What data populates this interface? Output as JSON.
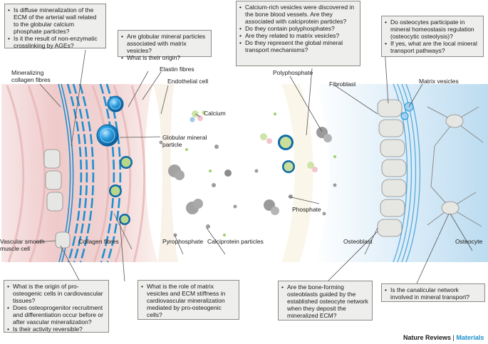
{
  "questions": {
    "q1": [
      "Is diffuse mineralization of the ECM of the arterial wall related to the globular calcium phosphate particles?",
      "Is it the result of non-enzymatic crosslinking by AGEs?"
    ],
    "q2": [
      "Are globular mineral particles associated with matrix vesicles?",
      "What is their origin?"
    ],
    "q3": [
      "Calcium-rich vesicles were discovered in the bone blood vessels. Are they associated with calciprotein particles?",
      "Do they contain polyphosphates?",
      "Are they related to matrix vesicles?",
      "Do they represent the global mineral transport mechanisms?"
    ],
    "q4": [
      "Do osteocytes participate in mineral homeostasis regulation (osteocytic osteolysis)?",
      "If yes, what are the local mineral transport pathways?"
    ],
    "q5": [
      "What is the origin of pro-osteogenic cells in cardiovascular tissues?",
      "Does osteoprogenitor recruitment and differentiation occur before or after vascular mineralization?",
      "Is their activity reversible?"
    ],
    "q6": [
      "What is the role of matrix vesicles and ECM stiffness in cardiovascular mineralization mediated by pro-osteogenic cells?"
    ],
    "q7": [
      "Are the bone-forming osteoblasts guided by the established osteocyte network when they deposit the mineralized ECM?"
    ],
    "q8": [
      "Is the canalicular network involved in mineral transport?"
    ]
  },
  "labels": {
    "mineralizing_collagen_1": "Mineralizing",
    "mineralizing_collagen_2": "collagen fibres",
    "elastin_fibres": "Elastin fibres",
    "endothelial_cell": "Endothelial cell",
    "calcium": "Calcium",
    "globular_1": "Globular mineral",
    "globular_2": "particle",
    "vsmc_1": "Vascular smooth",
    "vsmc_2": "muscle cell",
    "collagen_fibres": "Collagen fibres",
    "pyrophosphate": "Pyrophosphate",
    "calciprotein": "Calciprotein particles",
    "polyphosphate": "Polyphosphate",
    "fibroblast": "Fibroblast",
    "matrix_vesicles": "Matrix vesicles",
    "phosphate": "Phosphate",
    "osteoblast": "Osteoblast",
    "osteocyte": "Osteocyte"
  },
  "credit": {
    "journal": "Nature Reviews",
    "separator": "|",
    "section": "Materials"
  },
  "colors": {
    "vessel_pink": "#f1cfcf",
    "elastin_blue": "#1e8fd0",
    "bone_blue": "#cfe6f5",
    "box_fill": "#eeeeec"
  }
}
